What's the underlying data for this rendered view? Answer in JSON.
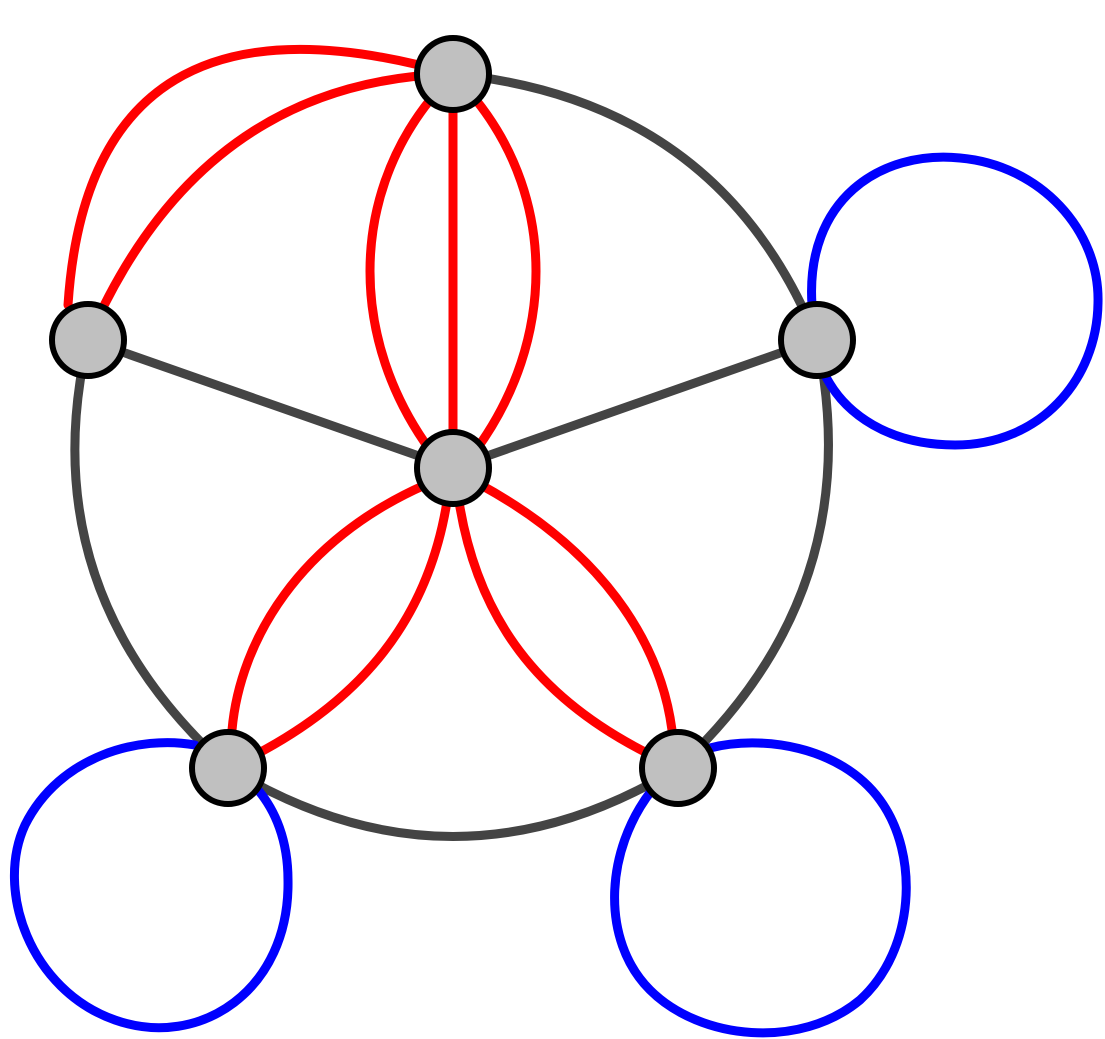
{
  "colors": {
    "background": "#ffffff",
    "node_fill": "#c0c0c0",
    "node_stroke": "#000000",
    "edge_gray": "#444444",
    "edge_red": "#ff0000",
    "edge_blue": "#0000ff"
  },
  "graph": {
    "nodes": [
      {
        "id": "top"
      },
      {
        "id": "left"
      },
      {
        "id": "right"
      },
      {
        "id": "center"
      },
      {
        "id": "bottom-left"
      },
      {
        "id": "bottom-right"
      }
    ],
    "edges": [
      {
        "from": "top",
        "to": "right",
        "color": "edge_gray",
        "kind": "arc"
      },
      {
        "from": "right",
        "to": "bottom-right",
        "color": "edge_gray",
        "kind": "arc"
      },
      {
        "from": "bottom-right",
        "to": "bottom-left",
        "color": "edge_gray",
        "kind": "arc"
      },
      {
        "from": "bottom-left",
        "to": "left",
        "color": "edge_gray",
        "kind": "arc"
      },
      {
        "from": "left",
        "to": "center",
        "color": "edge_gray",
        "kind": "straight"
      },
      {
        "from": "right",
        "to": "center",
        "color": "edge_gray",
        "kind": "straight"
      },
      {
        "from": "top",
        "to": "left",
        "color": "edge_red",
        "kind": "arc"
      },
      {
        "from": "top",
        "to": "left",
        "color": "edge_red",
        "kind": "arc"
      },
      {
        "from": "top",
        "to": "center",
        "color": "edge_red",
        "kind": "straight"
      },
      {
        "from": "top",
        "to": "center",
        "color": "edge_red",
        "kind": "arc"
      },
      {
        "from": "top",
        "to": "center",
        "color": "edge_red",
        "kind": "arc"
      },
      {
        "from": "center",
        "to": "bottom-left",
        "color": "edge_red",
        "kind": "arc"
      },
      {
        "from": "center",
        "to": "bottom-left",
        "color": "edge_red",
        "kind": "arc"
      },
      {
        "from": "center",
        "to": "bottom-right",
        "color": "edge_red",
        "kind": "arc"
      },
      {
        "from": "center",
        "to": "bottom-right",
        "color": "edge_red",
        "kind": "arc"
      },
      {
        "from": "right",
        "to": "right",
        "color": "edge_blue",
        "kind": "loop"
      },
      {
        "from": "bottom-left",
        "to": "bottom-left",
        "color": "edge_blue",
        "kind": "loop"
      },
      {
        "from": "bottom-right",
        "to": "bottom-right",
        "color": "edge_blue",
        "kind": "loop"
      }
    ]
  }
}
